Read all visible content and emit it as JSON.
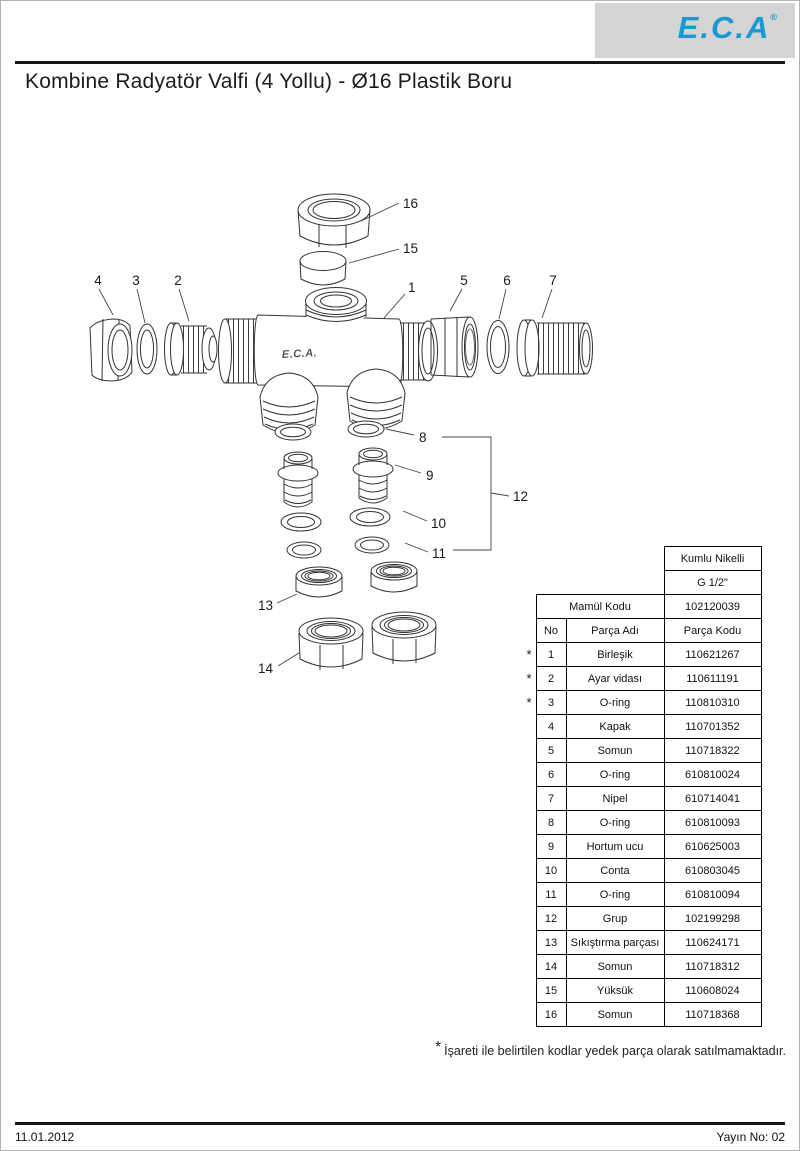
{
  "header": {
    "logo_text": "E.C.A",
    "registered_mark": "®",
    "logo_color": "#1899d2",
    "logo_bg": "#d4d4d4"
  },
  "title": "Kombine Radyatör Valfi (4 Yollu) - Ø16 Plastik Boru",
  "diagram": {
    "body_label": "E.C.A.",
    "callouts": [
      "1",
      "2",
      "3",
      "4",
      "5",
      "6",
      "7",
      "8",
      "9",
      "10",
      "11",
      "12",
      "13",
      "14",
      "15",
      "16"
    ]
  },
  "table": {
    "variant_header": "Kumlu Nikelli",
    "size_header": "G 1/2\"",
    "mamul_label": "Mamül Kodu",
    "mamul_code": "102120039",
    "col_no": "No",
    "col_name": "Parça Adı",
    "col_code": "Parça Kodu",
    "rows": [
      {
        "star_mark": "*",
        "no": "1",
        "name": "Birleşik",
        "code": "110621267"
      },
      {
        "star_mark": "*",
        "no": "2",
        "name": "Ayar vidası",
        "code": "110611191"
      },
      {
        "star_mark": "*",
        "no": "3",
        "name": "O-ring",
        "code": "110810310"
      },
      {
        "star_mark": "",
        "no": "4",
        "name": "Kapak",
        "code": "110701352"
      },
      {
        "star_mark": "",
        "no": "5",
        "name": "Somun",
        "code": "110718322"
      },
      {
        "star_mark": "",
        "no": "6",
        "name": "O-ring",
        "code": "610810024"
      },
      {
        "star_mark": "",
        "no": "7",
        "name": "Nipel",
        "code": "610714041"
      },
      {
        "star_mark": "",
        "no": "8",
        "name": "O-ring",
        "code": "610810093"
      },
      {
        "star_mark": "",
        "no": "9",
        "name": "Hortum ucu",
        "code": "610625003"
      },
      {
        "star_mark": "",
        "no": "10",
        "name": "Conta",
        "code": "610803045"
      },
      {
        "star_mark": "",
        "no": "11",
        "name": "O-ring",
        "code": "610810094"
      },
      {
        "star_mark": "",
        "no": "12",
        "name": "Grup",
        "code": "102199298"
      },
      {
        "star_mark": "",
        "no": "13",
        "name": "Sıkıştırma parçası",
        "code": "110624171"
      },
      {
        "star_mark": "",
        "no": "14",
        "name": "Somun",
        "code": "110718312"
      },
      {
        "star_mark": "",
        "no": "15",
        "name": "Yüksük",
        "code": "110608024"
      },
      {
        "star_mark": "",
        "no": "16",
        "name": "Somun",
        "code": "110718368"
      }
    ]
  },
  "footnote": {
    "star": "*",
    "text": "İşareti ile belirtilen kodlar yedek parça olarak satılmamaktadır."
  },
  "footer": {
    "date": "11.01.2012",
    "issue": "Yayın No: 02"
  }
}
